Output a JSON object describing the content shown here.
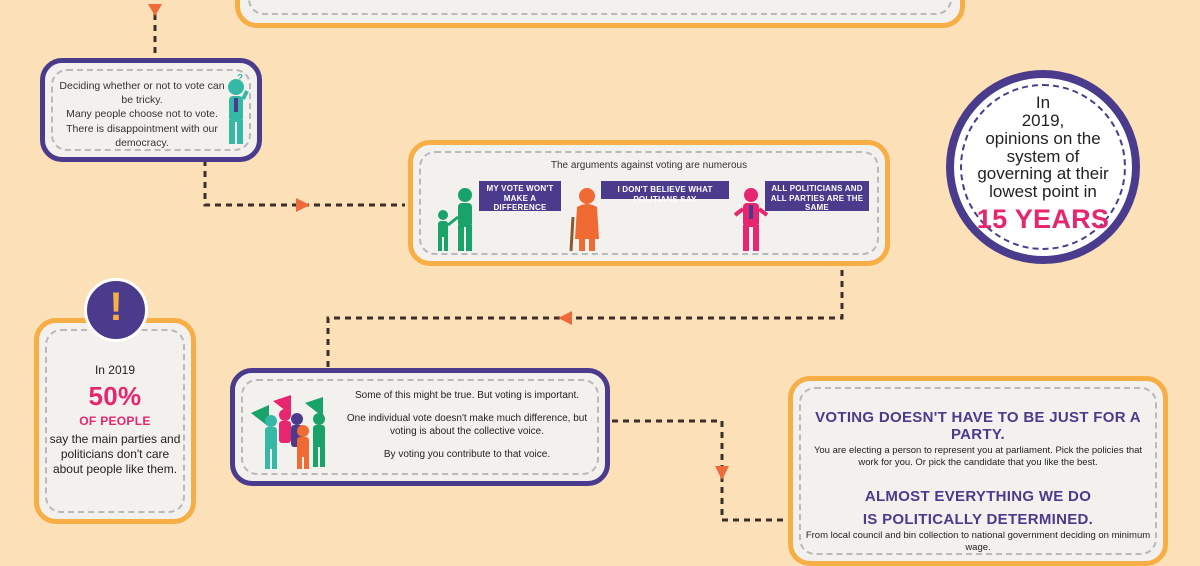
{
  "deciding_card": {
    "text": "Deciding whether or not to vote can be tricky.\nMany people choose not to vote. There is disappointment with our democracy.",
    "question_mark": "?"
  },
  "arguments_card": {
    "title": "The arguments against voting are numerous",
    "bubbles": [
      "MY VOTE WON'T MAKE A DIFFERENCE",
      "I DON'T BELIEVE WHAT POLITIANS SAY",
      "ALL POLITICIANS AND ALL PARTIES ARE THE SAME"
    ]
  },
  "stat_circle": {
    "line1": "In",
    "line2": "2019,",
    "line3": "opinions on the",
    "line4": "system of",
    "line5": "governing at their",
    "line6": "lowest point in",
    "highlight": "15 YEARS"
  },
  "percent_card": {
    "exclamation": "!",
    "year": "In 2019",
    "percent": "50%",
    "of_people": "OF PEOPLE",
    "text": "say the main parties and politicians don't care about people like them."
  },
  "voting_card": {
    "line1": "Some of this might be true. But voting is important.",
    "line2": "One individual vote doesn't make much difference, but voting is about the collective voice.",
    "line3": "By voting you contribute to that voice."
  },
  "party_card": {
    "heading1": "VOTING DOESN'T HAVE TO BE JUST FOR A PARTY.",
    "text1": "You are electing a person to represent you at parliament. Pick the policies that work for you. Or pick the candidate that you like the best.",
    "heading2a": "ALMOST EVERYTHING WE DO",
    "heading2b": "IS POLITICALLY DETERMINED.",
    "text2": "From local council and bin collection to national government deciding on minimum wage."
  },
  "colors": {
    "background": "#fce0b8",
    "purple": "#4a3b8c",
    "orange": "#f6ae45",
    "pink": "#e6266f",
    "green": "#1aa26b",
    "teal": "#35b8a6",
    "arrow": "#ef6a3a"
  }
}
